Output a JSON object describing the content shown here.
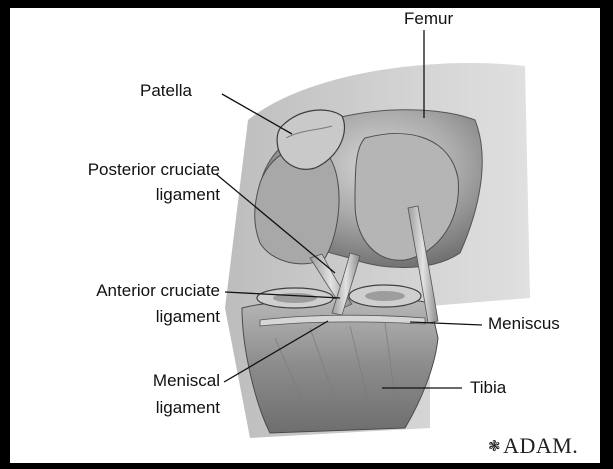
{
  "labels": {
    "femur": "Femur",
    "patella": "Patella",
    "pcl_line1": "Posterior cruciate",
    "pcl_line2": "ligament",
    "acl_line1": "Anterior cruciate",
    "acl_line2": "ligament",
    "meniscus": "Meniscus",
    "meniscal_line1": "Meniscal",
    "meniscal_line2": "ligament",
    "tibia": "Tibia"
  },
  "logo": {
    "text": "ADAM.",
    "mark": "❃"
  }
}
